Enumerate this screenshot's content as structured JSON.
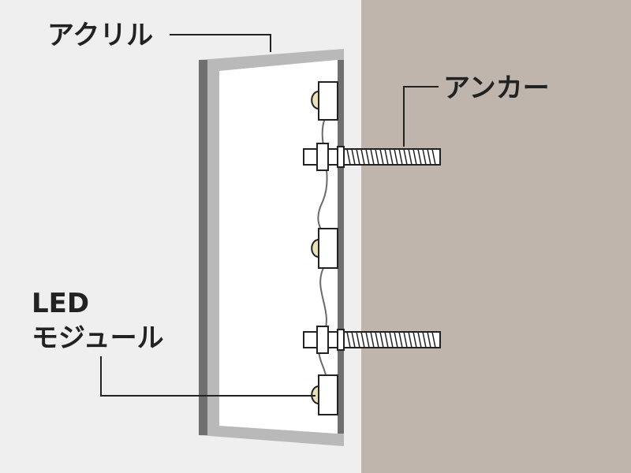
{
  "diagram": {
    "labels": {
      "acrylic": "アクリル",
      "anchor": "アンカー",
      "led_line1": "LED",
      "led_line2": "モジュール"
    },
    "colors": {
      "background": "#efefef",
      "wall": "#bfb5ac",
      "acrylic_frame": "#b9b9b9",
      "back_panel": "#6f6f6f",
      "panel_inner": "#ffffff",
      "leader_line": "#222222",
      "led_lens": "#e9e2bd"
    },
    "icons": [
      "led-module-icon",
      "anchor-bolt-icon",
      "wire-icon"
    ]
  }
}
